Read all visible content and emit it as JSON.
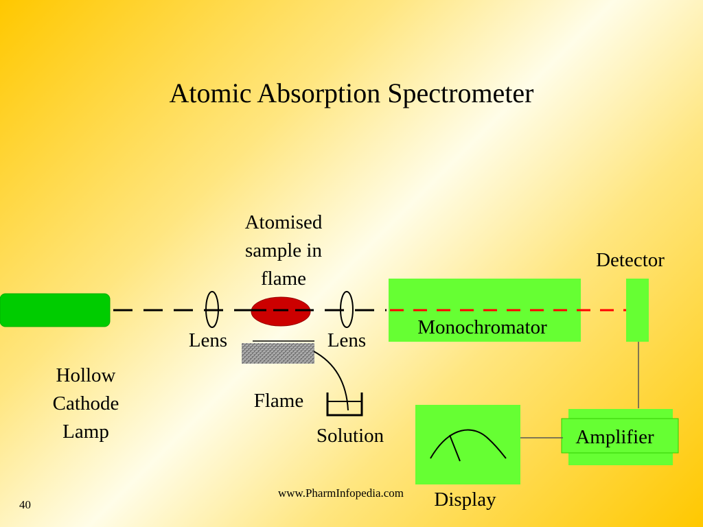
{
  "title": "Atomic Absorption Spectrometer",
  "labels": {
    "atomised_sample": [
      "Atomised",
      "sample in",
      "flame"
    ],
    "detector": "Detector",
    "monochromator": "Monochromator",
    "lens_left": "Lens",
    "lens_right": "Lens",
    "hollow_cathode_lamp": [
      "Hollow",
      "Cathode",
      "Lamp"
    ],
    "flame": "Flame",
    "solution": "Solution",
    "amplifier": "Amplifier",
    "display": "Display"
  },
  "footer": {
    "url": "www.PharmInfopedia.com",
    "slide_number": "40"
  },
  "colors": {
    "lamp_green": "#00cc00",
    "component_green": "#66ff33",
    "flame_red": "#cc0000",
    "beam_red": "#ff0000"
  }
}
